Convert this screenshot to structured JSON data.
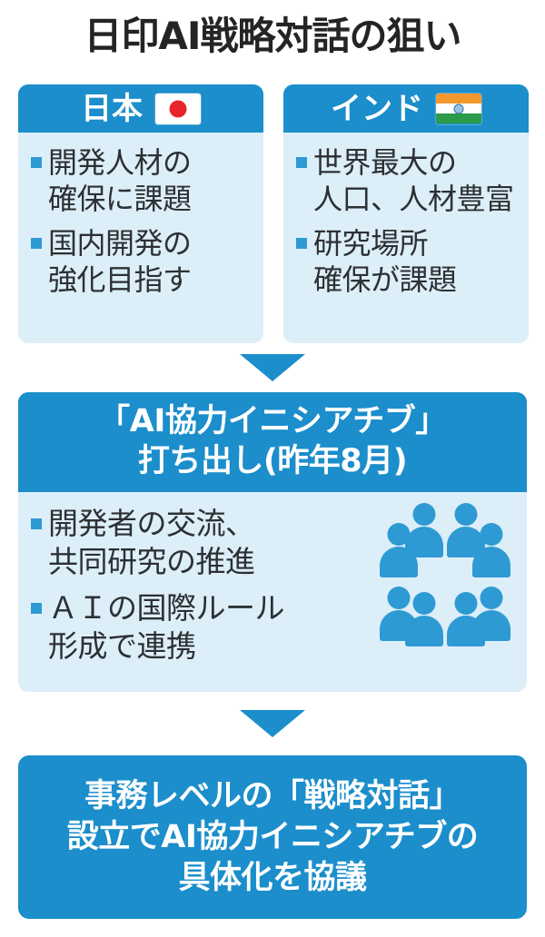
{
  "page": {
    "title": "日印AI戦略対話の狙い",
    "background_color": "#ffffff",
    "accent_color": "#1b8ecb",
    "panel_light_color": "#dceef8",
    "bullet_color": "#2e9ad4",
    "text_color": "#2c3034"
  },
  "countries": [
    {
      "name": "日本",
      "flag": "japan-flag-icon",
      "bullets": [
        "開発人材の\n確保に課題",
        "国内開発の\n強化目指す"
      ]
    },
    {
      "name": "インド",
      "flag": "india-flag-icon",
      "bullets": [
        "世界最大の\n人口、人材豊富",
        "研究場所\n確保が課題"
      ]
    }
  ],
  "arrows": [
    {
      "name": "down-arrow-icon-1",
      "direction": "down"
    },
    {
      "name": "down-arrow-icon-2",
      "direction": "down"
    }
  ],
  "middle_panel": {
    "header_lines": [
      "「AI協力イニシアチブ」",
      "打ち出し(昨年8月)"
    ],
    "bullets": [
      "開発者の交流、\n共同研究の推進",
      "ＡＩの国際ルール\n形成で連携"
    ],
    "icon": "people-group-icon",
    "icon_person_count": 8
  },
  "bottom_panel": {
    "lines": [
      "事務レベルの「戦略対話」",
      "設立でAI協力イニシアチブの",
      "具体化を協議"
    ]
  }
}
